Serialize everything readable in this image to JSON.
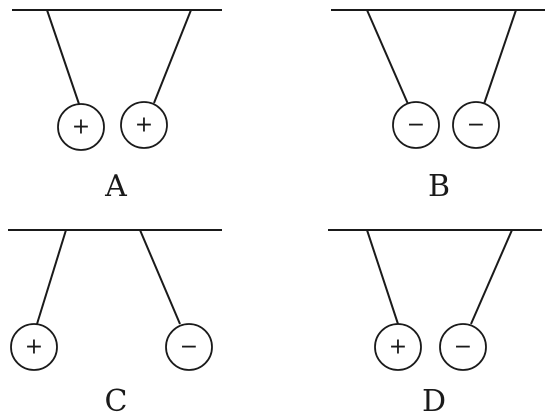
{
  "panels": [
    {
      "label": "A",
      "left_charge": "+",
      "right_charge": "+"
    },
    {
      "label": "B",
      "left_charge": "−",
      "right_charge": "−"
    },
    {
      "label": "C",
      "left_charge": "+",
      "right_charge": "−"
    },
    {
      "label": "D",
      "left_charge": "+",
      "right_charge": "−"
    }
  ],
  "colors": {
    "ink": "#1a1a1a",
    "background": "#ffffff"
  }
}
